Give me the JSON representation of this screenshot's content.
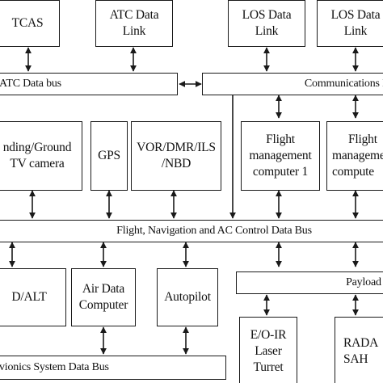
{
  "diagram": {
    "top_row": {
      "tcas": "TCAS",
      "atc_datalink": [
        "ATC Data",
        "Link"
      ],
      "los_datalink_1": [
        "LOS Data",
        "Link"
      ],
      "los_datalink_2": [
        "LOS Data",
        "Link"
      ]
    },
    "buses": {
      "atc_data_bus": "ATC Data bus",
      "communications_bus": "Communications D",
      "flight_nav_bus": "Flight, Navigation and AC Control Data Bus",
      "payload_bus": "Payload D",
      "avionics_bus": "vionics System Data Bus"
    },
    "middle_row": {
      "landing_camera": [
        "nding/Ground",
        "TV camera"
      ],
      "gps": "GPS",
      "vor_dmr": [
        "VOR/DMR/ILS",
        "/NBD"
      ],
      "fmc1": [
        "Flight",
        "management",
        "computer 1"
      ],
      "fmc2": [
        "Flight",
        "managemen",
        "compute"
      ]
    },
    "bottom_row": {
      "d_alt": "D/ALT",
      "air_data": [
        "Air Data",
        "Computer"
      ],
      "autopilot": "Autopilot",
      "eo_ir": [
        "E/O-IR",
        "Laser",
        "Turret"
      ],
      "radar_sah": [
        "RADA",
        "SAH"
      ]
    },
    "colors": {
      "line": "#1a1a1a",
      "background": "#ffffff"
    }
  }
}
